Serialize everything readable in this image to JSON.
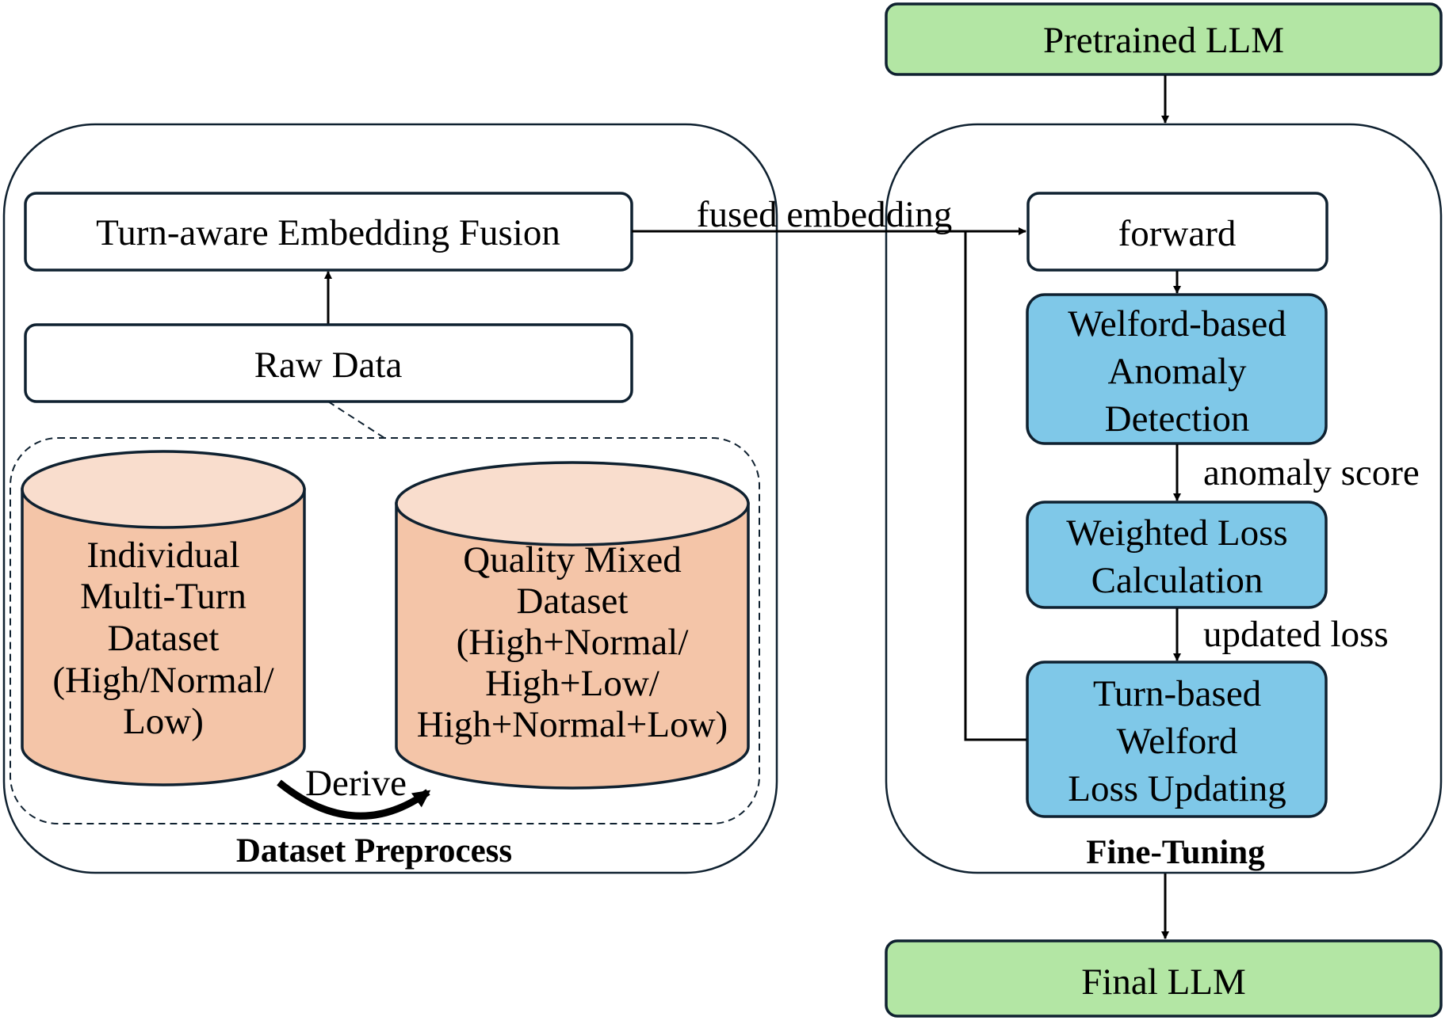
{
  "pretrained_llm": "Pretrained LLM",
  "final_llm": "Final LLM",
  "left_panel": {
    "title": "Dataset Preprocess",
    "fusion_box": "Turn-aware Embedding Fusion",
    "raw_data_box": "Raw Data",
    "cylinder_individual": [
      "Individual",
      "Multi-Turn",
      "Dataset",
      "(High/Normal/",
      "Low)"
    ],
    "cylinder_mixed": [
      "Quality Mixed",
      "Dataset",
      "(High+Normal/",
      "High+Low/",
      "High+Normal+Low)"
    ],
    "derive_label": "Derive"
  },
  "right_panel": {
    "title": "Fine-Tuning",
    "forward_box": "forward",
    "anomaly_box": [
      "Welford-based",
      "Anomaly",
      "Detection"
    ],
    "weighted_box": [
      "Weighted Loss",
      "Calculation"
    ],
    "update_box": [
      "Turn-based",
      "Welford",
      "Loss Updating"
    ]
  },
  "edge_labels": {
    "fused_embedding": "fused embedding",
    "anomaly_score": "anomaly score",
    "updated_loss": "updated loss"
  },
  "colors": {
    "green_box": "#b3e6a4",
    "blue_box": "#7fc8e8",
    "cylinder_body": "#f4c5a8",
    "cylinder_top": "#f9ddcd",
    "stroke": "#0f2130"
  }
}
